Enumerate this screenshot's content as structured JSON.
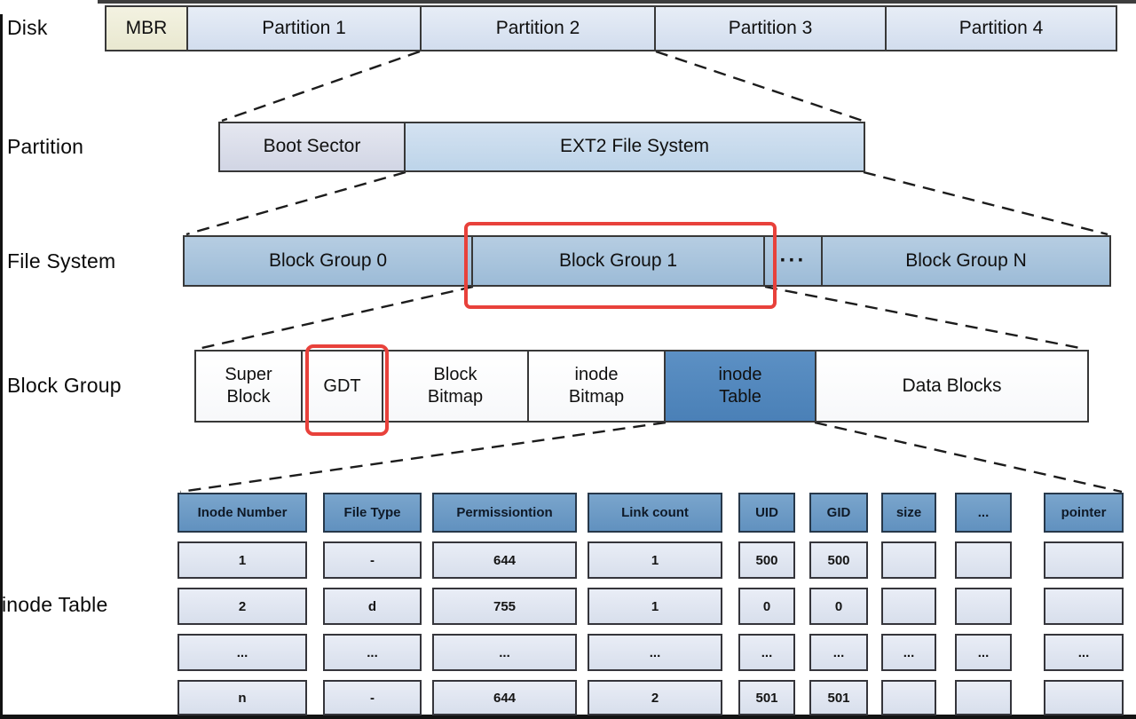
{
  "palette": {
    "highlight_red": "#e8413b",
    "mbr_fill": "#eeeedd",
    "partition_fill": "#dbe5f1",
    "boot_sector_fill": "#dadde9",
    "ext2_fill": "#c9dced",
    "block_group_fill": "#a9c4de",
    "inode_table_box_fill": "#528ac1",
    "table_header_fill": "#6f9ec8",
    "table_cell_fill": "#dfe5f0"
  },
  "diagram": {
    "disk": {
      "label": "Disk",
      "segments": [
        "MBR",
        "Partition 1",
        "Partition 2",
        "Partition 3",
        "Partition 4"
      ]
    },
    "partition": {
      "label": "Partition",
      "segments": [
        "Boot Sector",
        "EXT2 File System"
      ]
    },
    "file_system": {
      "label": "File System",
      "segments": [
        "Block Group 0",
        "Block Group 1",
        "···",
        "Block Group N"
      ]
    },
    "block_group": {
      "label": "Block Group",
      "segments": [
        {
          "line1": "Super",
          "line2": "Block"
        },
        {
          "line1": "GDT",
          "line2": ""
        },
        {
          "line1": "Block",
          "line2": "Bitmap"
        },
        {
          "line1": "inode",
          "line2": "Bitmap"
        },
        {
          "line1": "inode",
          "line2": "Table"
        },
        {
          "line1": "Data Blocks",
          "line2": ""
        }
      ]
    }
  },
  "inode_table": {
    "label": "inode Table",
    "headers": [
      "Inode Number",
      "File Type",
      "Permissiontion",
      "Link count",
      "UID",
      "GID",
      "size",
      "...",
      "pointer"
    ],
    "rows": [
      [
        "1",
        "-",
        "644",
        "1",
        "500",
        "500",
        "",
        "",
        ""
      ],
      [
        "2",
        "d",
        "755",
        "1",
        "0",
        "0",
        "",
        "",
        ""
      ],
      [
        "...",
        "...",
        "...",
        "...",
        "...",
        "...",
        "...",
        "...",
        "..."
      ],
      [
        "n",
        "-",
        "644",
        "2",
        "501",
        "501",
        "",
        "",
        ""
      ]
    ]
  }
}
